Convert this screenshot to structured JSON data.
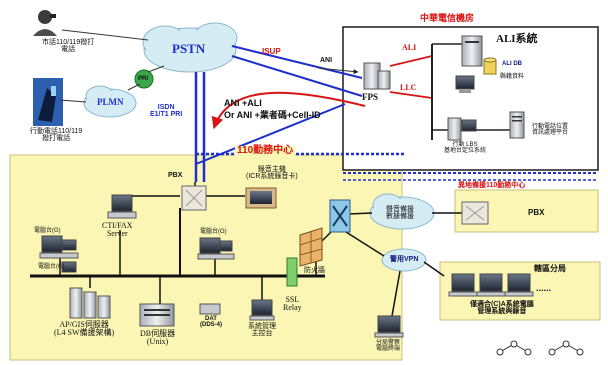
{
  "colors": {
    "center_fill": "#fbf6b4",
    "telecom_border": "#1a1a1a",
    "network_line": "#1e2fd0",
    "ali_link": "#d81414",
    "cloud_fill": "#d6ecf5",
    "gateway": "#3aa84a"
  },
  "icons": [
    "person-phone-icon",
    "mobile-caller-icon",
    "cloud-icon",
    "server-tower-icon",
    "database-icon",
    "monitor-icon",
    "workstation-icon",
    "firewall-icon",
    "router-icon",
    "phone-icon",
    "fax-icon",
    "building-icon",
    "network-node-icon"
  ],
  "labels": {
    "caller_fixed": "市話110/119撥打\n電話",
    "caller_mobile": "行動電話110/119\n撥打電話",
    "pstn": "PSTN",
    "plmn": "PLMN",
    "pri_gateway": "PRI",
    "isdn_link": "ISDN\nE1/T1 PRI",
    "isup": "ISUP",
    "ani_arrow": "ANI",
    "ani_ali": "ANI +ALI\nOr ANI +業者碼+Cell-ID",
    "telecom_title": "中華電信機房",
    "ali_system": "ALI系統",
    "ali_link": "ALI",
    "llc_link": "LLC",
    "fps": "FPS",
    "ali_db": "ALI DB",
    "ali_db_sub": "縣籍資料",
    "lbs": "行動 LBS\n基地台定位系統",
    "cell_data": "行動電話位置\n資訊處理平台",
    "center_title": "110勤務中心",
    "voice_record": "錄音主機\n(ICR系統錄音卡)",
    "pbx": "PBX",
    "ctifax": "CTI/FAX\nServer",
    "console_1": "電腦台(G)",
    "console_2": "電腦台(G)",
    "console_3": "電腦台(G)",
    "ap_server": "AP/GIS伺服器\n(L4 SW備援架構)",
    "db_server": "DB伺服器\n(Unix)",
    "dat_backup": "DAT\n(DDS-4)",
    "sys_manage": "系統管理\n主控台",
    "ssl_relay": "SSL\nRelay",
    "firewall": "防火牆",
    "backup_center": "異地備援110勤務中心",
    "voice_data_bk": "聲音備援\n數據備援",
    "pbx_remote": "PBX",
    "vpn": "警用VPN",
    "branch": "轄區分局",
    "branch_detail": "僅適合(C)A系統電腦\n管理系統與錄音",
    "ellipsis": "......",
    "remote_term": "分局警察\n電腦終端"
  }
}
